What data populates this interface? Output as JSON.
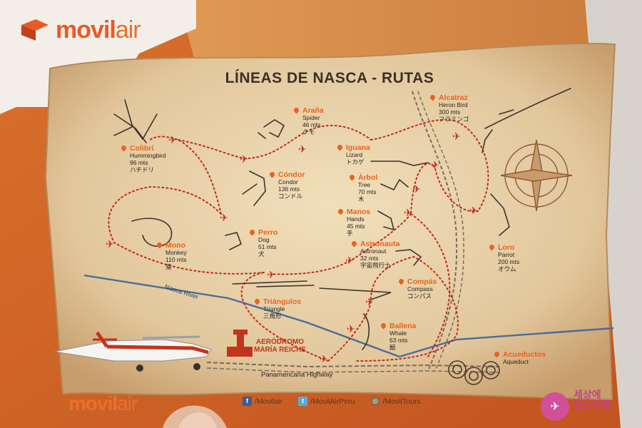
{
  "brand": {
    "name_bold": "movil",
    "name_light": "air"
  },
  "map": {
    "title": "LÍNEAS DE NASCA - RUTAS",
    "figures": [
      {
        "name": "Colibrí",
        "english": "Hummingbird",
        "size": "96 mts",
        "japanese": "ハチドリ"
      },
      {
        "name": "Araña",
        "english": "Spider",
        "size": "46 mts",
        "japanese": "クモ"
      },
      {
        "name": "Alcatraz",
        "english": "Heron Bird",
        "size": "300 mts",
        "japanese": "フラミンゴ"
      },
      {
        "name": "Iguana",
        "english": "Lizard",
        "size": "",
        "japanese": "トカゲ"
      },
      {
        "name": "Cóndor",
        "english": "Condor",
        "size": "136 mts",
        "japanese": "コンドル"
      },
      {
        "name": "Árbol",
        "english": "Tree",
        "size": "70 mts",
        "japanese": "木"
      },
      {
        "name": "Manos",
        "english": "Hands",
        "size": "45 mts",
        "japanese": "手"
      },
      {
        "name": "Perro",
        "english": "Dog",
        "size": "51 mts",
        "japanese": "犬"
      },
      {
        "name": "Mono",
        "english": "Monkey",
        "size": "110 mts",
        "japanese": "猿"
      },
      {
        "name": "Astronauta",
        "english": "Astronaut",
        "size": "32 mts",
        "japanese": "宇宙飛行士"
      },
      {
        "name": "Loro",
        "english": "Parrot",
        "size": "200 mts",
        "japanese": "オウム"
      },
      {
        "name": "Compás",
        "english": "Compass",
        "size": "",
        "japanese": "コンパス"
      },
      {
        "name": "Triángulos",
        "english": "Triangle",
        "size": "",
        "japanese": "三角形"
      },
      {
        "name": "Ballena",
        "english": "Whale",
        "size": "63 mts",
        "japanese": "鯨"
      },
      {
        "name": "Acueductos",
        "english": "Aqueduct",
        "size": "",
        "japanese": ""
      }
    ],
    "airport": {
      "line1": "AERÓDROMO",
      "line2": "MARÍA REICHE"
    },
    "river": "Nasca River",
    "highway": "Panamericana Highway"
  },
  "footer": {
    "facebook": "/Movilair",
    "twitter": "/MovilAirPeru",
    "instagram": "/MovilTours",
    "bottom_brand_bold": "movil",
    "bottom_brand_light": "air"
  },
  "watermark": {
    "line1": "세상에",
    "line2": "없는여행"
  },
  "colors": {
    "brand_orange": "#e85a26",
    "route_red": "#c22a1f",
    "parchment": "#e9d3ab",
    "river_blue": "#4a6c9a"
  }
}
